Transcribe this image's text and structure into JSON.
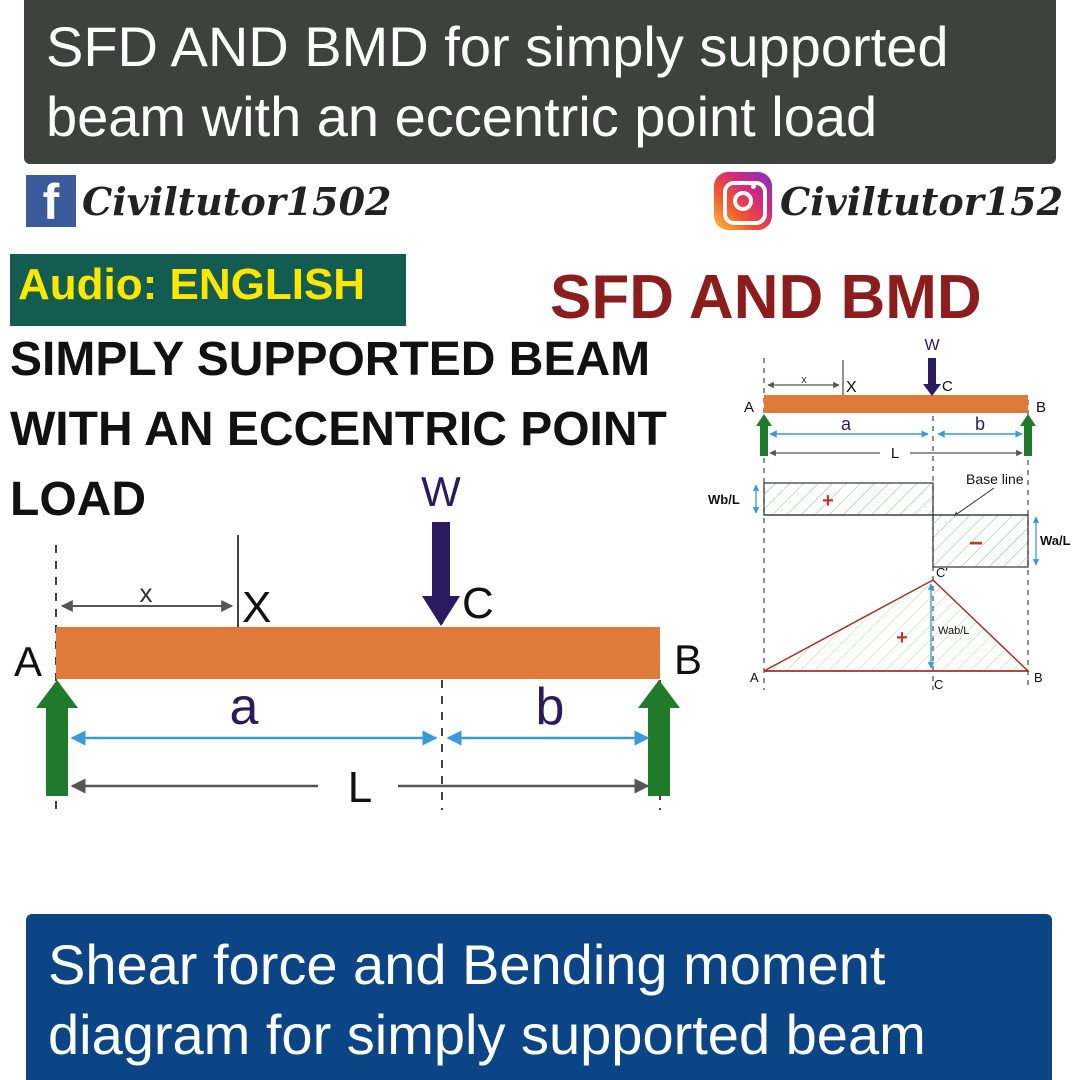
{
  "header": {
    "line1": "SFD AND BMD for simply supported",
    "line2": "beam with an eccentric point load"
  },
  "social": {
    "facebook_icon": "facebook-icon",
    "facebook_handle": "Civiltutor1502",
    "instagram_icon": "instagram-icon",
    "instagram_handle": "Civiltutor152"
  },
  "audio_label": "Audio: ENGLISH",
  "diagram_title": "SFD AND BMD",
  "subtitle": {
    "line1": "SIMPLY SUPPORTED BEAM",
    "line2": "WITH AN ECCENTRIC POINT",
    "line3": "LOAD"
  },
  "beam": {
    "load": "W",
    "point_c": "C",
    "support_a": "A",
    "support_b": "B",
    "dist_x": "x",
    "section_x": "X",
    "span_a": "a",
    "span_b": "b",
    "span_l": "L"
  },
  "sfd": {
    "base_line": "Base line",
    "left_value": "Wb/L",
    "right_value": "Wa/L",
    "positive": "+",
    "negative": "−"
  },
  "bmd": {
    "peak_point": "C'",
    "peak_value": "Wab/L",
    "positive": "+",
    "left": "A",
    "right": "B",
    "base_c": "C"
  },
  "colors": {
    "beam": "#e07a3a",
    "support_arrow": "#1f7a2a",
    "load_arrow": "#2b1a5e",
    "dimension": "#3a9ad9",
    "title_red": "#8b1d1d",
    "top_banner": "#3f413f",
    "bottom_banner": "#0b4586",
    "audio_bg": "#135c52",
    "audio_text": "#ffe600"
  },
  "footer": {
    "line1": "Shear force and Bending moment",
    "line2": "diagram for simply supported beam"
  }
}
